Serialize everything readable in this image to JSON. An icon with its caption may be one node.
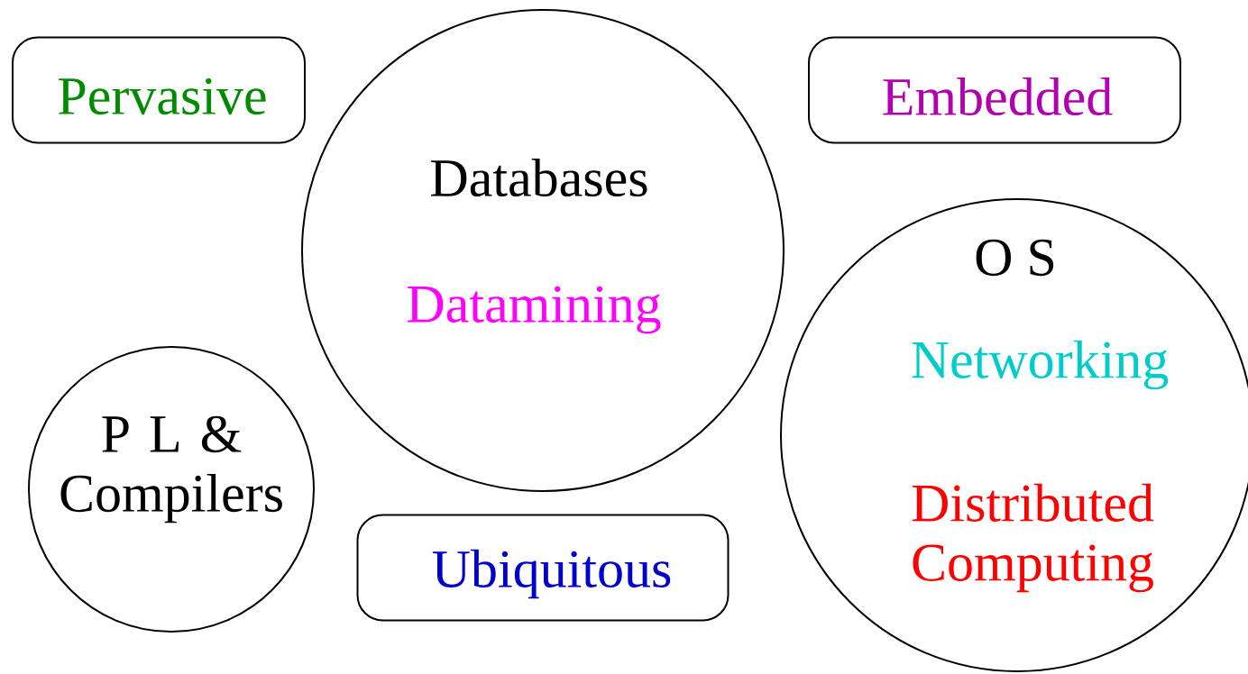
{
  "diagram": {
    "nodes": [
      {
        "text": [
          "Pervasive"
        ]
      },
      {
        "text": [
          "Databases",
          "Datamining"
        ]
      },
      {
        "text": [
          "Embedded"
        ]
      },
      {
        "text": [
          "O S",
          "Networking",
          "Distributed Computing"
        ]
      },
      {
        "text": [
          "P L & Compilers"
        ]
      },
      {
        "text": [
          "Ubiquitous"
        ]
      }
    ]
  }
}
